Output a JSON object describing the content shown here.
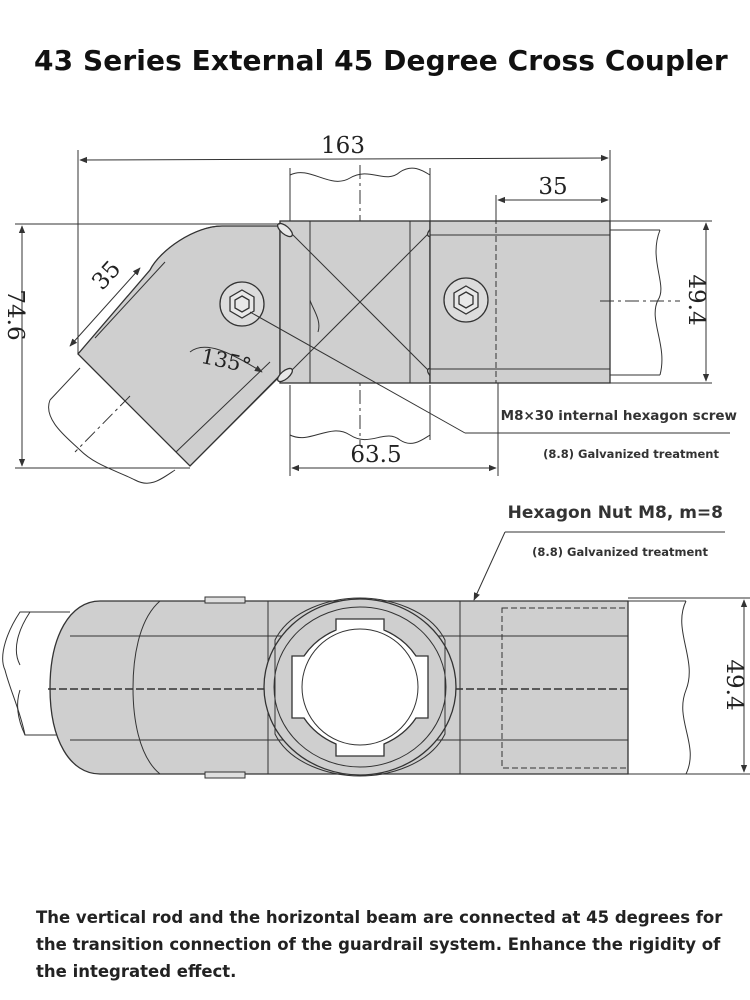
{
  "title": "43 Series External 45 Degree Cross Coupler",
  "top_view": {
    "dim_overall_width": "163",
    "dim_arm_length": "35",
    "dim_angled_arm_length": "35",
    "dim_height": "74.6",
    "dim_tube_diameter": "49.4",
    "dim_center_width": "63.5",
    "dim_angle": "135°",
    "screw_label": "M8×30 internal hexagon screw",
    "screw_treatment": "(8.8) Galvanized treatment"
  },
  "side_view": {
    "nut_label": "Hexagon Nut M8, m=8",
    "nut_treatment": "(8.8) Galvanized treatment",
    "dim_tube_diameter": "49.4"
  },
  "description": "The vertical rod and the horizontal beam are connected at 45 degrees for the transition connection of the guardrail system. Enhance the rigidity of the integrated effect.",
  "colors": {
    "metal": "#cfcfcf",
    "metal_dark": "#b9b9b9",
    "line": "#333333"
  }
}
